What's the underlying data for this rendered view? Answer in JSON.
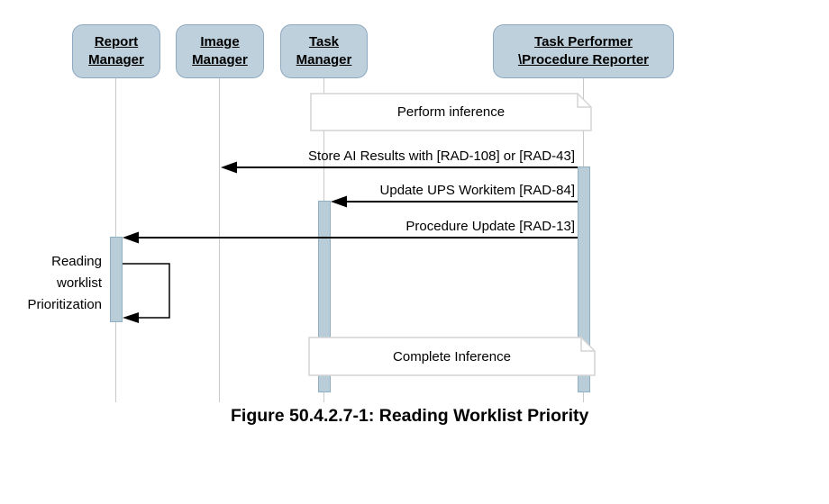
{
  "diagram": {
    "actors": [
      {
        "line1": "Report",
        "line2": "Manager"
      },
      {
        "line1": "Image",
        "line2": "Manager"
      },
      {
        "line1": "Task",
        "line2": "Manager"
      },
      {
        "line1": "Task Performer",
        "line2": "\\Procedure Reporter"
      }
    ],
    "notes": [
      {
        "label": "Perform inference"
      },
      {
        "label": "Complete Inference"
      }
    ],
    "messages": [
      {
        "label": "Store AI Results with [RAD-108] or [RAD-43]",
        "from": "Task Performer\\Procedure Reporter",
        "to": "Image Manager"
      },
      {
        "label": "Update UPS Workitem [RAD-84]",
        "from": "Task Performer\\Procedure Reporter",
        "to": "Task Manager"
      },
      {
        "label": "Procedure Update [RAD-13]",
        "from": "Task Performer\\Procedure Reporter",
        "to": "Report Manager"
      }
    ],
    "self_message": {
      "line1": "Reading",
      "line2": "worklist",
      "line3": "Prioritization"
    },
    "caption": "Figure 50.4.2.7-1: Reading Worklist Priority",
    "colors": {
      "actor_fill": "#bdd0dc",
      "actor_border": "#8fa9c2",
      "activation_fill": "#b9cdd8",
      "activation_border": "#90b0c4",
      "lifeline": "#c9c9c9",
      "note_fill": "#ffffff",
      "note_border": "#d4d4d4",
      "arrow": "#000000",
      "text": "#000000"
    }
  }
}
